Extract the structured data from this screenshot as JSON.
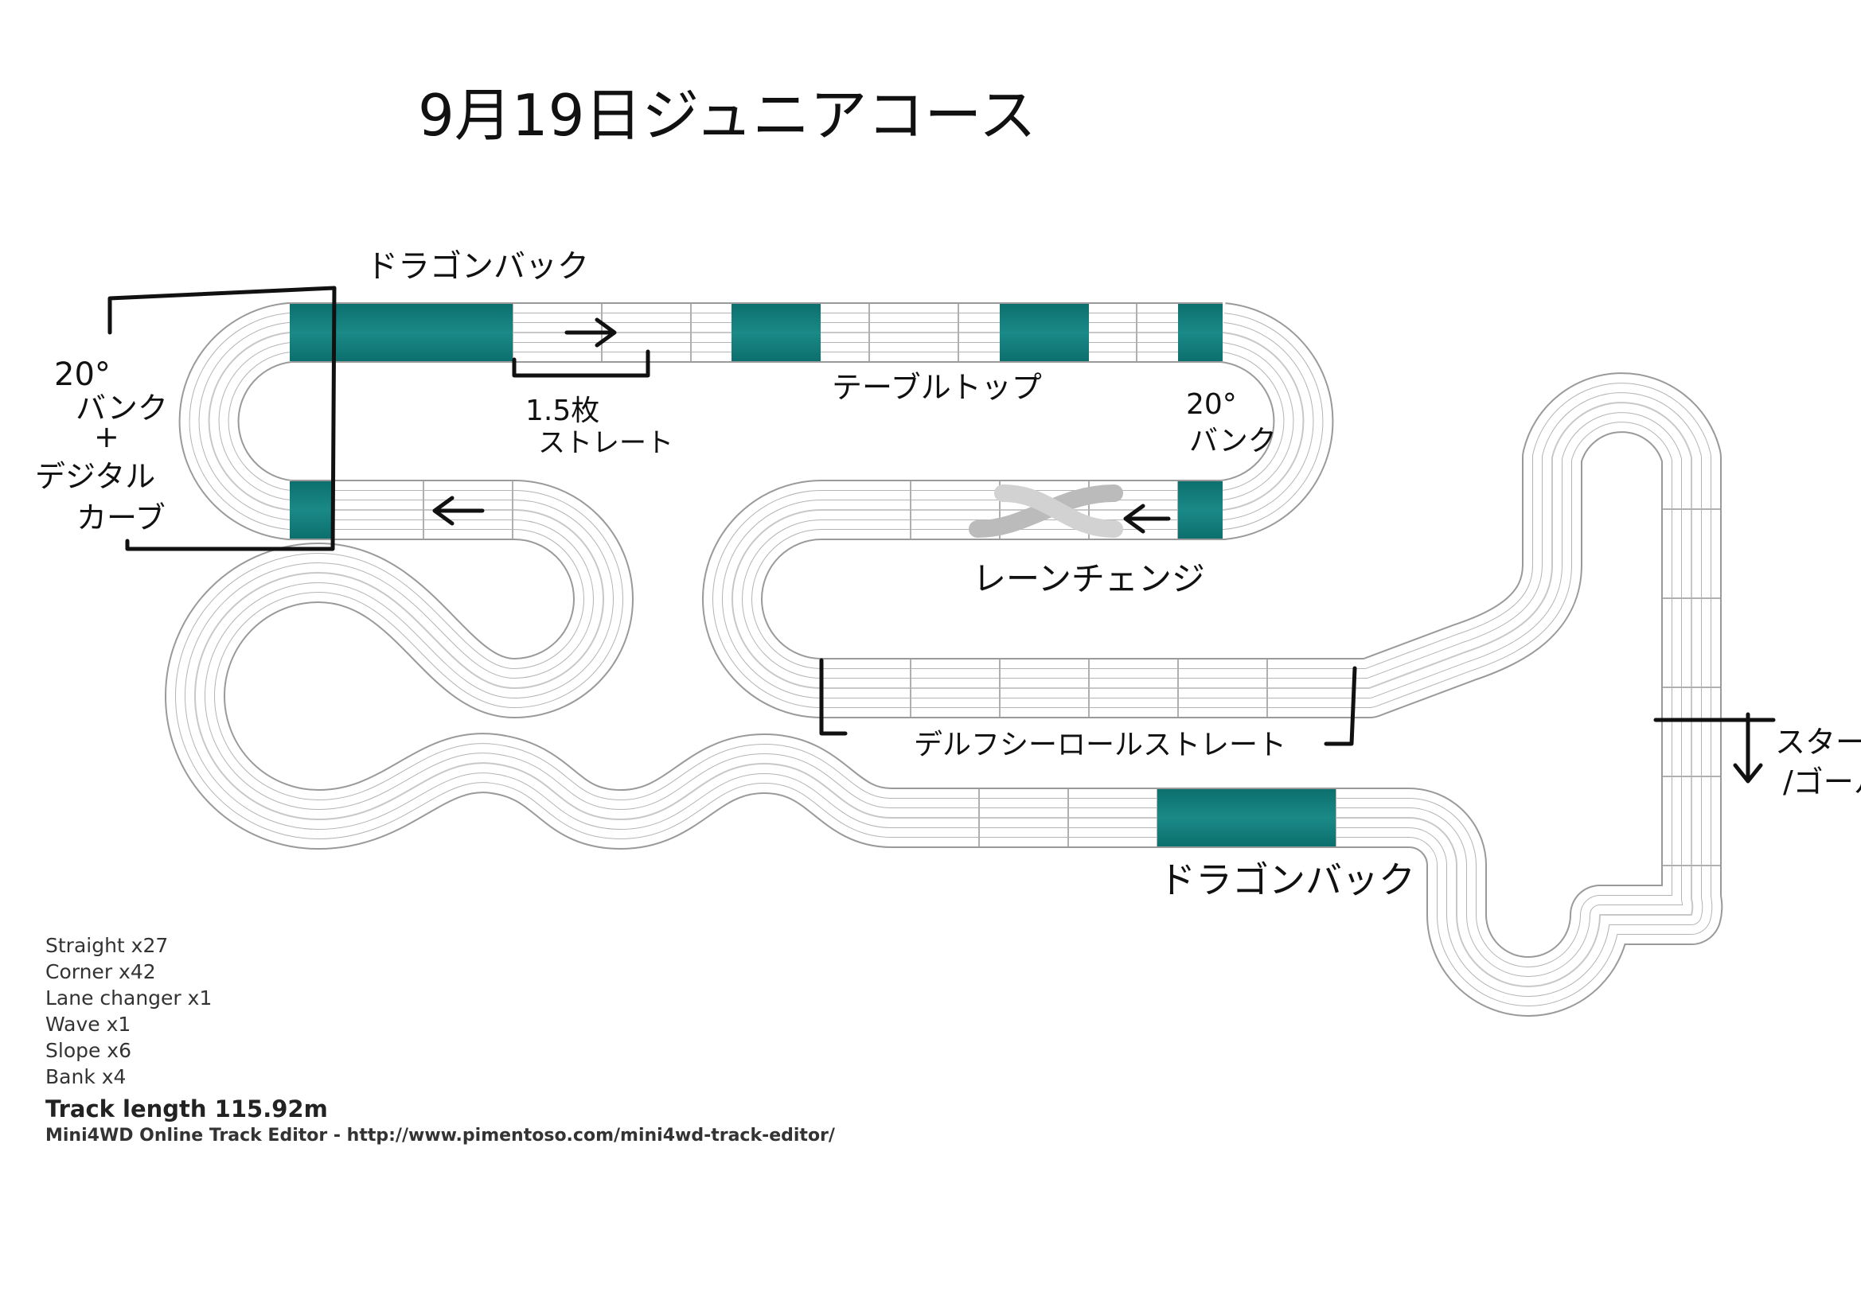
{
  "title": "9月19日ジュニアコース",
  "annotations": {
    "dragon_back_top": "ドラゴンバック",
    "bank_20_left_1": "20°",
    "bank_20_left_2": "バンク",
    "bank_20_left_3": "+",
    "bank_20_left_4": "デジタル",
    "bank_20_left_5": "カーブ",
    "straight_15_1": "1.5枚",
    "straight_15_2": "ストレート",
    "table_top": "テーブルトップ",
    "bank_20_right_1": "20°",
    "bank_20_right_2": "バンク",
    "lane_change": "レーンチェンジ",
    "delfy_roll": "デルフシーロールストレート",
    "start_goal_1": "スタート",
    "start_goal_2": "/ゴール",
    "dragon_back_bottom": "ドラゴンバック"
  },
  "stats": {
    "straight": "Straight x27",
    "corner": "Corner x42",
    "lane_changer": "Lane changer x1",
    "wave": "Wave x1",
    "slope": "Slope x6",
    "bank": "Bank x4",
    "track_length": "Track length 115.92m",
    "credit": "Mini4WD Online Track Editor - http://www.pimentoso.com/mini4wd-track-editor/"
  },
  "colors": {
    "track_edge": "#9a9a9a",
    "track_fill": "#ffffff",
    "section": "#0f7a78",
    "ink": "#111111"
  }
}
